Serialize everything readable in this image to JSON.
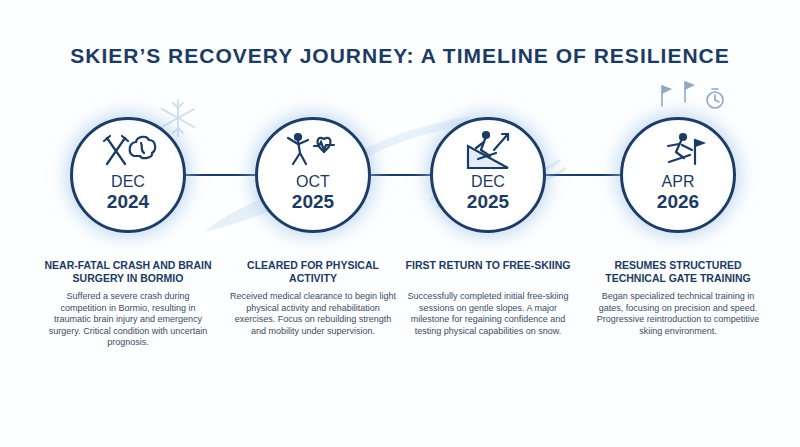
{
  "diagram": {
    "title": "SKIER’S RECOVERY JOURNEY: A TIMELINE OF RESILIENCE",
    "nodes": [
      {
        "text": [
          "DEC 2024",
          "NEAR-FATAL CRASH AND BRAIN SURGERY IN BORMIO",
          "Suffered a severe crash during competition in Bormio, resulting in traumatic brain injury and emergency surgery. Critical condition with uncertain prognosis."
        ]
      },
      {
        "text": [
          "OCT 2025",
          "CLEARED FOR PHYSICAL ACTIVITY",
          "Received medical clearance to begin light physical activity and rehabilitation exercises. Focus on rebuilding strength and mobility under supervision."
        ]
      },
      {
        "text": [
          "DEC 2025",
          "FIRST RETURN TO FREE-SKIING",
          "Successfully completed initial free-skiing sessions on gentle slopes. A major milestone for regaining confidence and testing physical capabilities on snow."
        ]
      },
      {
        "text": [
          "APR 2026",
          "RESUMES STRUCTURED TECHNICAL GATE TRAINING",
          "Began specialized technical training in gates, focusing on precision and speed. Progressive reintroduction to competitive skiing environment."
        ]
      }
    ],
    "edges": [
      {
        "from": 0,
        "to": 1,
        "arrow": "none"
      },
      {
        "from": 1,
        "to": 2,
        "arrow": "none"
      },
      {
        "from": 2,
        "to": 3,
        "arrow": "none"
      }
    ]
  }
}
